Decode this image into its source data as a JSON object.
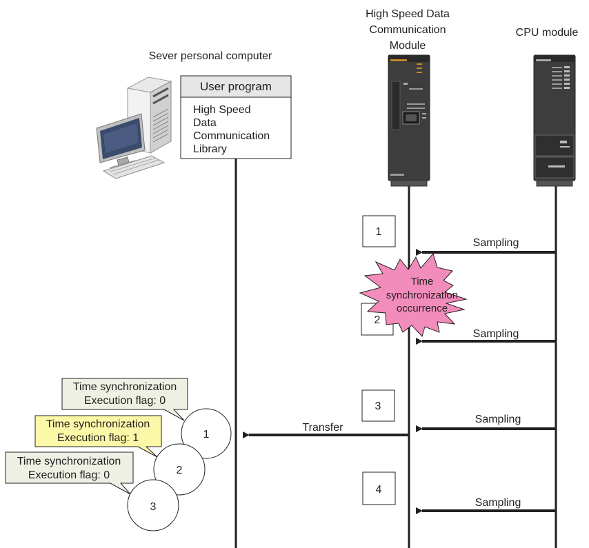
{
  "participants": {
    "server_label": "Sever personal computer",
    "hsdcm_label_lines": [
      "High Speed Data",
      "Communication",
      "Module"
    ],
    "cpu_label": "CPU module"
  },
  "server_box": {
    "header": "User program",
    "body_lines": [
      "High Speed",
      "Data",
      "Communication",
      "Library"
    ]
  },
  "steps": [
    "1",
    "2",
    "3",
    "4"
  ],
  "arrows": {
    "sampling": "Sampling",
    "transfer": "Transfer"
  },
  "starburst_lines": [
    "Time",
    "synchronization",
    "occurrence"
  ],
  "flags": [
    {
      "circle": "1",
      "line1": "Time synchronization",
      "line2": "Execution flag: 0",
      "fill": "#eef0e4"
    },
    {
      "circle": "2",
      "line1": "Time synchronization",
      "line2": "Execution flag: 1",
      "fill": "#fbf8a8"
    },
    {
      "circle": "3",
      "line1": "Time synchronization",
      "line2": "Execution flag: 0",
      "fill": "#eef0e4"
    }
  ],
  "colors": {
    "starburst": "#f28cba",
    "flag_normal": "#eef0e4",
    "flag_highlight": "#fbf8a8",
    "module_body": "#3d3d3d"
  }
}
